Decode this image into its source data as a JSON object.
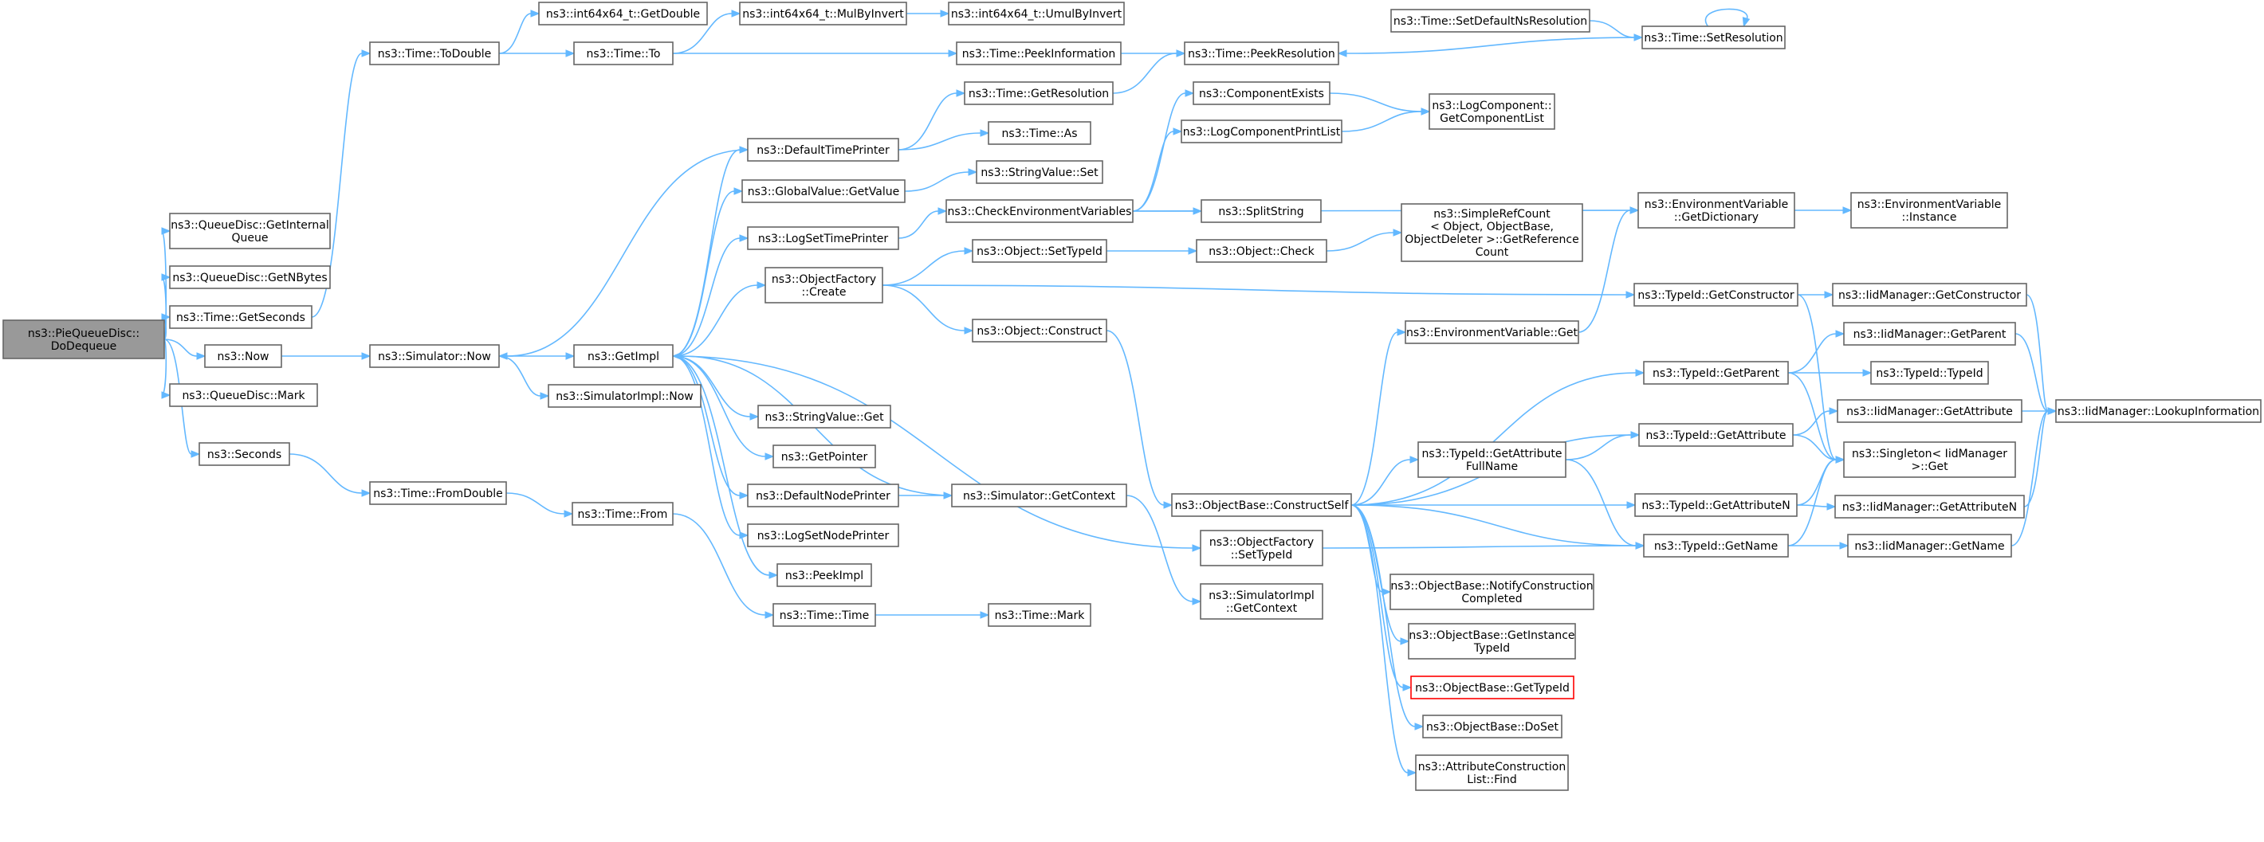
{
  "colors": {
    "edge": "#63b8ff",
    "node_border": "#666666",
    "root_fill": "#999999",
    "highlight_border": "#ff0000",
    "background": "#ffffff"
  },
  "nodes": [
    {
      "id": "root",
      "lines": [
        "ns3::PieQueueDisc::",
        "DoDequeue"
      ],
      "style": "root"
    },
    {
      "id": "qd_getinternal",
      "lines": [
        "ns3::QueueDisc::GetInternal",
        "Queue"
      ]
    },
    {
      "id": "qd_getnbytes",
      "lines": [
        "ns3::QueueDisc::GetNBytes"
      ]
    },
    {
      "id": "time_getseconds",
      "lines": [
        "ns3::Time::GetSeconds"
      ]
    },
    {
      "id": "now",
      "lines": [
        "ns3::Now"
      ]
    },
    {
      "id": "qd_mark",
      "lines": [
        "ns3::QueueDisc::Mark"
      ]
    },
    {
      "id": "seconds",
      "lines": [
        "ns3::Seconds"
      ]
    },
    {
      "id": "time_todouble",
      "lines": [
        "ns3::Time::ToDouble"
      ]
    },
    {
      "id": "sim_now",
      "lines": [
        "ns3::Simulator::Now"
      ]
    },
    {
      "id": "time_fromdouble",
      "lines": [
        "ns3::Time::FromDouble"
      ]
    },
    {
      "id": "i64_getdouble",
      "lines": [
        "ns3::int64x64_t::GetDouble"
      ]
    },
    {
      "id": "time_to",
      "lines": [
        "ns3::Time::To"
      ]
    },
    {
      "id": "getimpl",
      "lines": [
        "ns3::GetImpl"
      ]
    },
    {
      "id": "simimpl_now",
      "lines": [
        "ns3::SimulatorImpl::Now"
      ]
    },
    {
      "id": "time_from",
      "lines": [
        "ns3::Time::From"
      ]
    },
    {
      "id": "i64_mulbyinvert",
      "lines": [
        "ns3::int64x64_t::MulByInvert"
      ]
    },
    {
      "id": "i64_umulbyinvert",
      "lines": [
        "ns3::int64x64_t::UmulByInvert"
      ]
    },
    {
      "id": "defaulttimeprinter",
      "lines": [
        "ns3::DefaultTimePrinter"
      ]
    },
    {
      "id": "globalvalue_getvalue",
      "lines": [
        "ns3::GlobalValue::GetValue"
      ]
    },
    {
      "id": "logsettimeprinter",
      "lines": [
        "ns3::LogSetTimePrinter"
      ]
    },
    {
      "id": "objfactory_create",
      "lines": [
        "ns3::ObjectFactory",
        "::Create"
      ]
    },
    {
      "id": "stringvalue_get",
      "lines": [
        "ns3::StringValue::Get"
      ]
    },
    {
      "id": "getpointer",
      "lines": [
        "ns3::GetPointer"
      ]
    },
    {
      "id": "defaultnodeprinter",
      "lines": [
        "ns3::DefaultNodePrinter"
      ]
    },
    {
      "id": "logsetnodeprinter",
      "lines": [
        "ns3::LogSetNodePrinter"
      ]
    },
    {
      "id": "peekimpl",
      "lines": [
        "ns3::PeekImpl"
      ]
    },
    {
      "id": "time_time",
      "lines": [
        "ns3::Time::Time"
      ]
    },
    {
      "id": "time_peekinformation",
      "lines": [
        "ns3::Time::PeekInformation"
      ]
    },
    {
      "id": "time_getresolution",
      "lines": [
        "ns3::Time::GetResolution"
      ]
    },
    {
      "id": "time_as",
      "lines": [
        "ns3::Time::As"
      ]
    },
    {
      "id": "stringvalue_set",
      "lines": [
        "ns3::StringValue::Set"
      ]
    },
    {
      "id": "checkenvvars",
      "lines": [
        "ns3::CheckEnvironmentVariables"
      ]
    },
    {
      "id": "object_settypeid",
      "lines": [
        "ns3::Object::SetTypeId"
      ]
    },
    {
      "id": "object_construct",
      "lines": [
        "ns3::Object::Construct"
      ]
    },
    {
      "id": "sim_getcontext",
      "lines": [
        "ns3::Simulator::GetContext"
      ]
    },
    {
      "id": "time_mark",
      "lines": [
        "ns3::Time::Mark"
      ]
    },
    {
      "id": "time_peekresolution",
      "lines": [
        "ns3::Time::PeekResolution"
      ]
    },
    {
      "id": "componentexists",
      "lines": [
        "ns3::ComponentExists"
      ]
    },
    {
      "id": "logcomponentprintlist",
      "lines": [
        "ns3::LogComponentPrintList"
      ]
    },
    {
      "id": "splitstring",
      "lines": [
        "ns3::SplitString"
      ]
    },
    {
      "id": "object_check",
      "lines": [
        "ns3::Object::Check"
      ]
    },
    {
      "id": "objbase_constructself",
      "lines": [
        "ns3::ObjectBase::ConstructSelf"
      ]
    },
    {
      "id": "objfactory_settypeid",
      "lines": [
        "ns3::ObjectFactory",
        "::SetTypeId"
      ]
    },
    {
      "id": "simimpl_getcontext",
      "lines": [
        "ns3::SimulatorImpl",
        "::GetContext"
      ]
    },
    {
      "id": "time_setdefaultns",
      "lines": [
        "ns3::Time::SetDefaultNsResolution"
      ]
    },
    {
      "id": "time_setresolution",
      "lines": [
        "ns3::Time::SetResolution"
      ]
    },
    {
      "id": "logcomp_getcomplist",
      "lines": [
        "ns3::LogComponent::",
        "GetComponentList"
      ]
    },
    {
      "id": "simplerefcount",
      "lines": [
        "ns3::SimpleRefCount",
        "< Object, ObjectBase,",
        "ObjectDeleter >::GetReference",
        "Count"
      ]
    },
    {
      "id": "envvar_get",
      "lines": [
        "ns3::EnvironmentVariable::Get"
      ]
    },
    {
      "id": "typeid_getattrfullname",
      "lines": [
        "ns3::TypeId::GetAttribute",
        "FullName"
      ]
    },
    {
      "id": "objbase_notify",
      "lines": [
        "ns3::ObjectBase::NotifyConstruction",
        "Completed"
      ]
    },
    {
      "id": "objbase_getinstancetypeid",
      "lines": [
        "ns3::ObjectBase::GetInstance",
        "TypeId"
      ]
    },
    {
      "id": "objbase_gettypeid",
      "lines": [
        "ns3::ObjectBase::GetTypeId"
      ],
      "style": "red"
    },
    {
      "id": "objbase_doset",
      "lines": [
        "ns3::ObjectBase::DoSet"
      ]
    },
    {
      "id": "attrconstructionlist_find",
      "lines": [
        "ns3::AttributeConstruction",
        "List::Find"
      ]
    },
    {
      "id": "envvar_getdictionary",
      "lines": [
        "ns3::EnvironmentVariable",
        "::GetDictionary"
      ]
    },
    {
      "id": "typeid_getconstructor",
      "lines": [
        "ns3::TypeId::GetConstructor"
      ]
    },
    {
      "id": "typeid_getparent",
      "lines": [
        "ns3::TypeId::GetParent"
      ]
    },
    {
      "id": "typeid_getattribute",
      "lines": [
        "ns3::TypeId::GetAttribute"
      ]
    },
    {
      "id": "typeid_getattributen",
      "lines": [
        "ns3::TypeId::GetAttributeN"
      ]
    },
    {
      "id": "typeid_getname",
      "lines": [
        "ns3::TypeId::GetName"
      ]
    },
    {
      "id": "envvar_instance",
      "lines": [
        "ns3::EnvironmentVariable",
        "::Instance"
      ]
    },
    {
      "id": "iidm_getconstructor",
      "lines": [
        "ns3::IidManager::GetConstructor"
      ]
    },
    {
      "id": "iidm_getparent",
      "lines": [
        "ns3::IidManager::GetParent"
      ]
    },
    {
      "id": "typeid_typeid",
      "lines": [
        "ns3::TypeId::TypeId"
      ]
    },
    {
      "id": "iidm_getattribute",
      "lines": [
        "ns3::IidManager::GetAttribute"
      ]
    },
    {
      "id": "singleton_get",
      "lines": [
        "ns3::Singleton< IidManager",
        ">::Get"
      ]
    },
    {
      "id": "iidm_getattributen",
      "lines": [
        "ns3::IidManager::GetAttributeN"
      ]
    },
    {
      "id": "iidm_getname",
      "lines": [
        "ns3::IidManager::GetName"
      ]
    },
    {
      "id": "iidm_lookupinformation",
      "lines": [
        "ns3::IidManager::LookupInformation"
      ]
    }
  ],
  "edges": [
    [
      "root",
      "qd_getinternal"
    ],
    [
      "root",
      "qd_getnbytes"
    ],
    [
      "root",
      "time_getseconds"
    ],
    [
      "root",
      "now"
    ],
    [
      "root",
      "qd_mark"
    ],
    [
      "root",
      "seconds"
    ],
    [
      "time_getseconds",
      "time_todouble"
    ],
    [
      "now",
      "sim_now"
    ],
    [
      "seconds",
      "time_fromdouble"
    ],
    [
      "time_todouble",
      "i64_getdouble"
    ],
    [
      "time_todouble",
      "time_to"
    ],
    [
      "sim_now",
      "getimpl"
    ],
    [
      "sim_now",
      "simimpl_now"
    ],
    [
      "time_fromdouble",
      "time_from"
    ],
    [
      "time_to",
      "i64_mulbyinvert"
    ],
    [
      "time_to",
      "time_peekinformation"
    ],
    [
      "i64_mulbyinvert",
      "i64_umulbyinvert"
    ],
    [
      "getimpl",
      "defaulttimeprinter"
    ],
    [
      "getimpl",
      "globalvalue_getvalue"
    ],
    [
      "getimpl",
      "logsettimeprinter"
    ],
    [
      "getimpl",
      "objfactory_create"
    ],
    [
      "getimpl",
      "stringvalue_get"
    ],
    [
      "getimpl",
      "getpointer"
    ],
    [
      "getimpl",
      "defaultnodeprinter"
    ],
    [
      "getimpl",
      "logsetnodeprinter"
    ],
    [
      "getimpl",
      "peekimpl"
    ],
    [
      "getimpl",
      "objfactory_settypeid"
    ],
    [
      "time_from",
      "time_time"
    ],
    [
      "time_time",
      "time_mark"
    ],
    [
      "defaulttimeprinter",
      "time_getresolution"
    ],
    [
      "defaulttimeprinter",
      "time_as"
    ],
    [
      "defaulttimeprinter",
      "sim_now"
    ],
    [
      "globalvalue_getvalue",
      "stringvalue_set"
    ],
    [
      "logsettimeprinter",
      "checkenvvars"
    ],
    [
      "objfactory_create",
      "object_settypeid"
    ],
    [
      "objfactory_create",
      "object_construct"
    ],
    [
      "objfactory_create",
      "typeid_getconstructor"
    ],
    [
      "defaultnodeprinter",
      "sim_getcontext"
    ],
    [
      "sim_getcontext",
      "getimpl"
    ],
    [
      "sim_getcontext",
      "simimpl_getcontext"
    ],
    [
      "time_peekinformation",
      "time_peekresolution"
    ],
    [
      "time_getresolution",
      "time_peekresolution"
    ],
    [
      "checkenvvars",
      "componentexists"
    ],
    [
      "checkenvvars",
      "logcomponentprintlist"
    ],
    [
      "checkenvvars",
      "splitstring"
    ],
    [
      "checkenvvars",
      "envvar_getdictionary"
    ],
    [
      "object_settypeid",
      "object_check"
    ],
    [
      "object_construct",
      "objbase_constructself"
    ],
    [
      "componentexists",
      "logcomp_getcomplist"
    ],
    [
      "logcomponentprintlist",
      "logcomp_getcomplist"
    ],
    [
      "object_check",
      "simplerefcount"
    ],
    [
      "time_setdefaultns",
      "time_setresolution"
    ],
    [
      "time_setresolution",
      "time_peekresolution"
    ],
    [
      "time_setresolution",
      "time_setresolution"
    ],
    [
      "objbase_constructself",
      "envvar_get"
    ],
    [
      "objbase_constructself",
      "typeid_getattrfullname"
    ],
    [
      "objbase_constructself",
      "objbase_notify"
    ],
    [
      "objbase_constructself",
      "objbase_getinstancetypeid"
    ],
    [
      "objbase_constructself",
      "objbase_gettypeid"
    ],
    [
      "objbase_constructself",
      "objbase_doset"
    ],
    [
      "objbase_constructself",
      "attrconstructionlist_find"
    ],
    [
      "objbase_constructself",
      "typeid_getparent"
    ],
    [
      "objbase_constructself",
      "typeid_getattribute"
    ],
    [
      "objbase_constructself",
      "typeid_getattributen"
    ],
    [
      "objbase_constructself",
      "typeid_getname"
    ],
    [
      "objfactory_settypeid",
      "typeid_getname"
    ],
    [
      "envvar_get",
      "envvar_getdictionary"
    ],
    [
      "envvar_getdictionary",
      "envvar_instance"
    ],
    [
      "typeid_getattrfullname",
      "typeid_getattribute"
    ],
    [
      "typeid_getattrfullname",
      "typeid_getname"
    ],
    [
      "typeid_getconstructor",
      "iidm_getconstructor"
    ],
    [
      "typeid_getconstructor",
      "singleton_get"
    ],
    [
      "typeid_getparent",
      "iidm_getparent"
    ],
    [
      "typeid_getparent",
      "typeid_typeid"
    ],
    [
      "typeid_getparent",
      "singleton_get"
    ],
    [
      "typeid_getattribute",
      "iidm_getattribute"
    ],
    [
      "typeid_getattribute",
      "singleton_get"
    ],
    [
      "typeid_getattributen",
      "iidm_getattributen"
    ],
    [
      "typeid_getattributen",
      "singleton_get"
    ],
    [
      "typeid_getname",
      "iidm_getname"
    ],
    [
      "typeid_getname",
      "singleton_get"
    ],
    [
      "iidm_getconstructor",
      "iidm_lookupinformation"
    ],
    [
      "iidm_getparent",
      "iidm_lookupinformation"
    ],
    [
      "iidm_getattribute",
      "iidm_lookupinformation"
    ],
    [
      "iidm_getattributen",
      "iidm_lookupinformation"
    ],
    [
      "iidm_getname",
      "iidm_lookupinformation"
    ]
  ]
}
